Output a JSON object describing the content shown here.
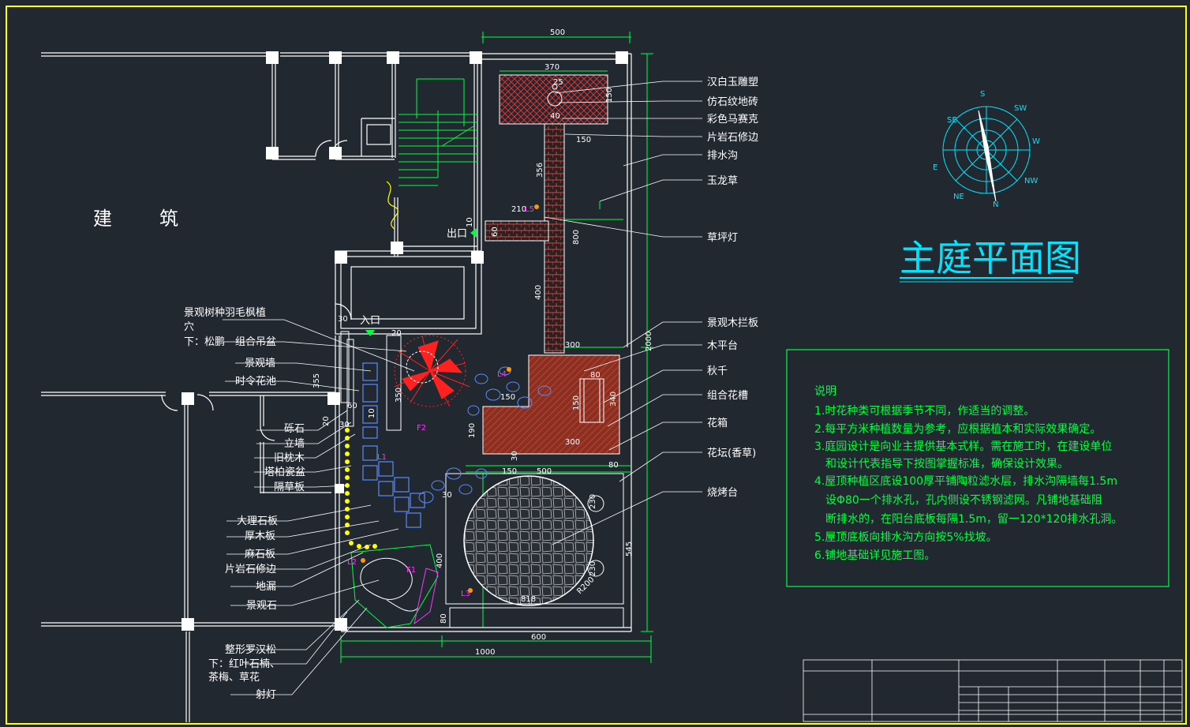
{
  "building_label": "建　　筑",
  "title": "主庭平面图",
  "entrance_label": "入口",
  "exit_label": "出口",
  "right_callouts": [
    {
      "id": "hanbaiyu",
      "text": "汉白玉雕塑"
    },
    {
      "id": "fangshi",
      "text": "仿石纹地砖"
    },
    {
      "id": "caise",
      "text": "彩色马赛克"
    },
    {
      "id": "pianyan",
      "text": "片岩石修边"
    },
    {
      "id": "paishui",
      "text": "排水沟"
    },
    {
      "id": "yulong",
      "text": "玉龙草"
    },
    {
      "id": "caoping",
      "text": "草坪灯"
    },
    {
      "id": "mulan",
      "text": "景观木拦板"
    },
    {
      "id": "mupingtai",
      "text": "木平台"
    },
    {
      "id": "qiuqian",
      "text": "秋千"
    },
    {
      "id": "zuhe",
      "text": "组合花槽"
    },
    {
      "id": "huaxiang",
      "text": "花箱"
    },
    {
      "id": "huatan",
      "text": "花坛(香草)"
    },
    {
      "id": "shaokao",
      "text": "烧烤台"
    }
  ],
  "left_callouts": [
    {
      "id": "jingguanshu",
      "text": "景观树种羽毛枫植"
    },
    {
      "id": "xue",
      "text": "穴"
    },
    {
      "id": "xia1",
      "text": "下：松鹏　组合吊盆"
    },
    {
      "id": "jingguanqiang",
      "text": "景观墙"
    },
    {
      "id": "shiling",
      "text": "时令花池"
    },
    {
      "id": "lishi",
      "text": "砾石"
    },
    {
      "id": "liqiang",
      "text": "立墙"
    },
    {
      "id": "jiuzhen",
      "text": "旧枕木"
    },
    {
      "id": "tabai",
      "text": "塔柏瓷盆"
    },
    {
      "id": "gecao",
      "text": "隔草板"
    },
    {
      "id": "dali",
      "text": "大理石板"
    },
    {
      "id": "houmu",
      "text": "厚木板"
    },
    {
      "id": "mashi",
      "text": "麻石板"
    },
    {
      "id": "pianyan2",
      "text": "片岩石修边"
    },
    {
      "id": "dilou",
      "text": "地漏"
    },
    {
      "id": "jingguanshi",
      "text": "景观石"
    },
    {
      "id": "zhengxing",
      "text": "整形罗汉松"
    },
    {
      "id": "xia2",
      "text": "下：红叶石楠、"
    },
    {
      "id": "chamei",
      "text": "茶梅、草花"
    },
    {
      "id": "shedeng",
      "text": "射灯"
    }
  ],
  "dimensions": {
    "d500top": "500",
    "d370": "370",
    "d150a": "150",
    "d40": "40",
    "d25": "25",
    "d150b": "150",
    "d356": "356",
    "d800": "800",
    "d210": "210",
    "d10": "10",
    "d60": "60",
    "d400": "400",
    "d2000": "2000",
    "d30a": "30",
    "d20a": "20",
    "d300a": "300",
    "d80a": "80",
    "d150c": "150",
    "d150d": "150",
    "d340": "340",
    "d350": "350",
    "d355": "355",
    "d190": "190",
    "d300b": "300",
    "d30b": "30",
    "d80b": "80",
    "d150e": "150",
    "d500b": "500",
    "d30c": "30",
    "d230a": "230",
    "d545": "545",
    "d400b": "400",
    "d230b": "230",
    "d818": "818",
    "dR200": "R200",
    "d80c": "80",
    "d600": "600",
    "d1000": "1000",
    "d20b": "20",
    "d60b": "60",
    "d10b": "10",
    "d30d": "30"
  },
  "lamps": {
    "L1": "L1",
    "L2": "L2",
    "L3": "L3",
    "L4": "L4",
    "L5": "L5",
    "F1": "F1",
    "F2": "F2"
  },
  "compass": {
    "n": "N",
    "ne": "NE",
    "e": "E",
    "se": "SE",
    "s": "S",
    "sw": "SW",
    "w": "W",
    "nw": "NW"
  },
  "notes": {
    "heading": "说明",
    "lines": [
      "1.时花种类可根据季节不同，作适当的调整。",
      "2.每平方米种植数量为参考，应根据植本和实际效果确定。",
      "3.庭园设计是向业主提供基本式样。需在施工时，在建设单位",
      "　和设计代表指导下按图掌握标准，确保设计效果。",
      "4.屋顶种植区底设100厚平铺陶粒滤水层，排水沟隔墙每1.5m",
      "　设Φ80一个排水孔，孔内侧设不锈钢滤网。凡铺地基础阻",
      "　断排水的，在阳台底板每隔1.5m，留一120*120排水孔洞。",
      "5.屋顶底板向排水沟方向按5%找坡。",
      "6.铺地基础详见施工图。"
    ]
  },
  "colors": {
    "bg": "#212830",
    "line": "#ffffff",
    "green": "#00ff40",
    "cyan": "#00e5ff",
    "red": "#ff2a2a",
    "brown": "#c0392b",
    "yellow": "#ffff00",
    "magenta": "#ff33ff",
    "frame": "#ffff00"
  }
}
